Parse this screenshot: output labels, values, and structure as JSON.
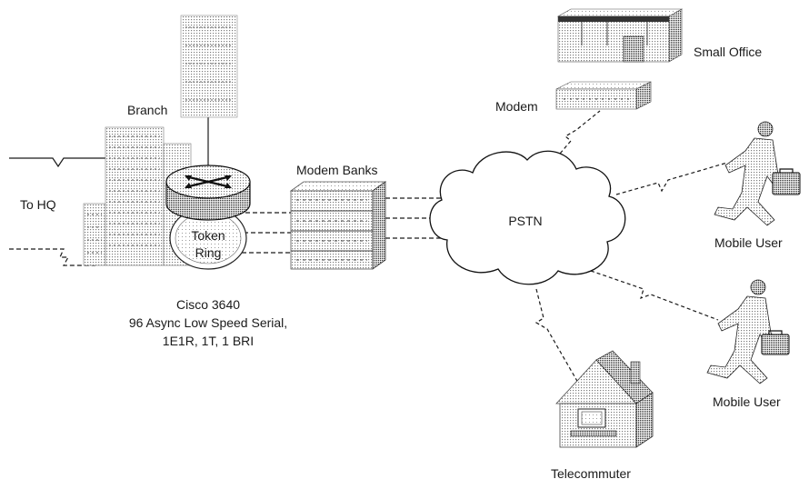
{
  "diagram": {
    "labels": {
      "branch": "Branch",
      "to_hq": "To HQ",
      "token_ring_line1": "Token",
      "token_ring_line2": "Ring",
      "router_caption_line1": "Cisco 3640",
      "router_caption_line2": "96 Async Low Speed Serial,",
      "router_caption_line3": "1E1R, 1T, 1 BRI",
      "modem_banks": "Modem Banks",
      "pstn": "PSTN",
      "modem": "Modem",
      "small_office": "Small Office",
      "mobile_user_1": "Mobile User",
      "mobile_user_2": "Mobile User",
      "telecommuter": "Telecommuter"
    },
    "icons": {
      "branch_building": "office-building-icon",
      "server": "server-tower-icon",
      "router": "router-icon",
      "token_ring": "token-ring-icon",
      "modem_bank": "modem-bank-icon",
      "cloud": "cloud-icon",
      "modem": "modem-icon",
      "small_office": "small-office-building-icon",
      "mobile_user": "running-businessman-icon",
      "telecommuter": "house-with-computer-icon"
    }
  }
}
